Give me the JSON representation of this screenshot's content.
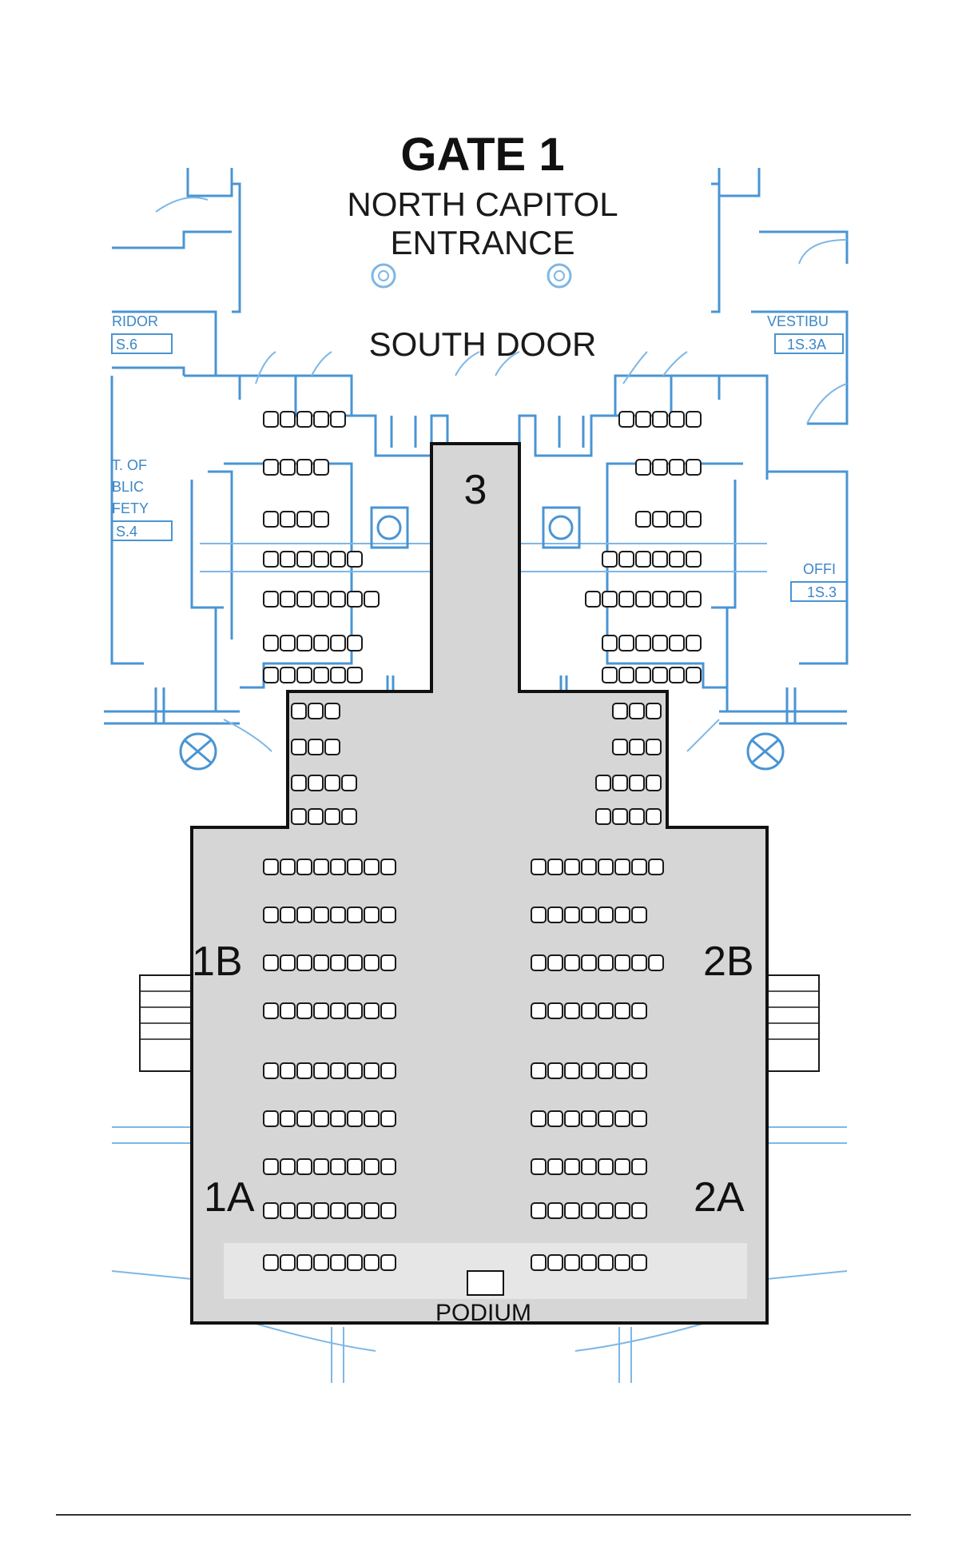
{
  "header": {
    "gate_title": "GATE 1",
    "entrance_line1": "NORTH CAPITOL",
    "entrance_line2": "ENTRANCE",
    "door_label": "SOUTH DOOR"
  },
  "side_rooms": {
    "left_corridor": "RIDOR",
    "left_corridor_code": "S.6",
    "left_dept_line1": "T. OF",
    "left_dept_line2": "BLIC",
    "left_dept_line3": "FETY",
    "left_dept_code": "S.4",
    "right_vestibule": "VESTIBU",
    "right_vestibule_code": "1S.3A",
    "right_office": "OFFI",
    "right_office_code": "1S.3"
  },
  "sections": {
    "s3": "3",
    "s1b": "1B",
    "s2b": "2B",
    "s1a": "1A",
    "s2a": "2A"
  },
  "podium_label": "PODIUM",
  "seating": {
    "upper_left_rows": [
      5,
      4,
      4,
      6,
      7,
      6,
      6
    ],
    "upper_right_rows": [
      5,
      4,
      4,
      6,
      7,
      6,
      6
    ],
    "mid_left_rows": [
      3,
      3,
      4,
      4
    ],
    "mid_right_rows": [
      3,
      3,
      4,
      4
    ],
    "main_left_rows": [
      8,
      8,
      8,
      8,
      8,
      8,
      8,
      8,
      8
    ],
    "main_right_rows": [
      8,
      7,
      8,
      7,
      7,
      7,
      7,
      7,
      7
    ]
  }
}
